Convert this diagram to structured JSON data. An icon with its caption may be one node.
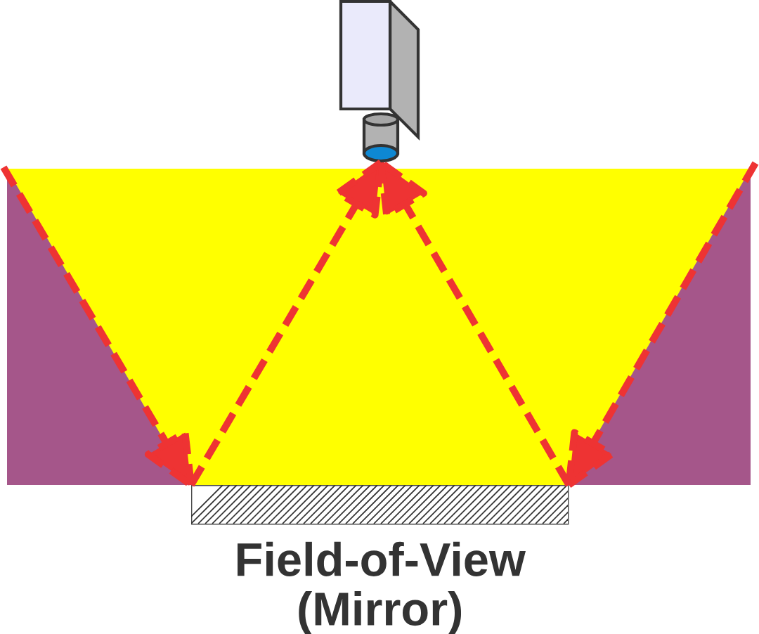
{
  "diagram": {
    "nodes": [
      {
        "text": [],
        "shape": "picture"
      },
      {
        "text": [
          "Field-of-View (Mirror)"
        ]
      }
    ],
    "edges": [
      {
        "from": null,
        "to": 1,
        "arrow": "to",
        "style": "dashed"
      },
      {
        "from": 1,
        "to": 0,
        "arrow": "to",
        "style": "dashed"
      },
      {
        "from": null,
        "to": 1,
        "arrow": "to",
        "style": "dashed"
      },
      {
        "from": 1,
        "to": 0,
        "arrow": "to",
        "style": "dashed"
      }
    ]
  }
}
